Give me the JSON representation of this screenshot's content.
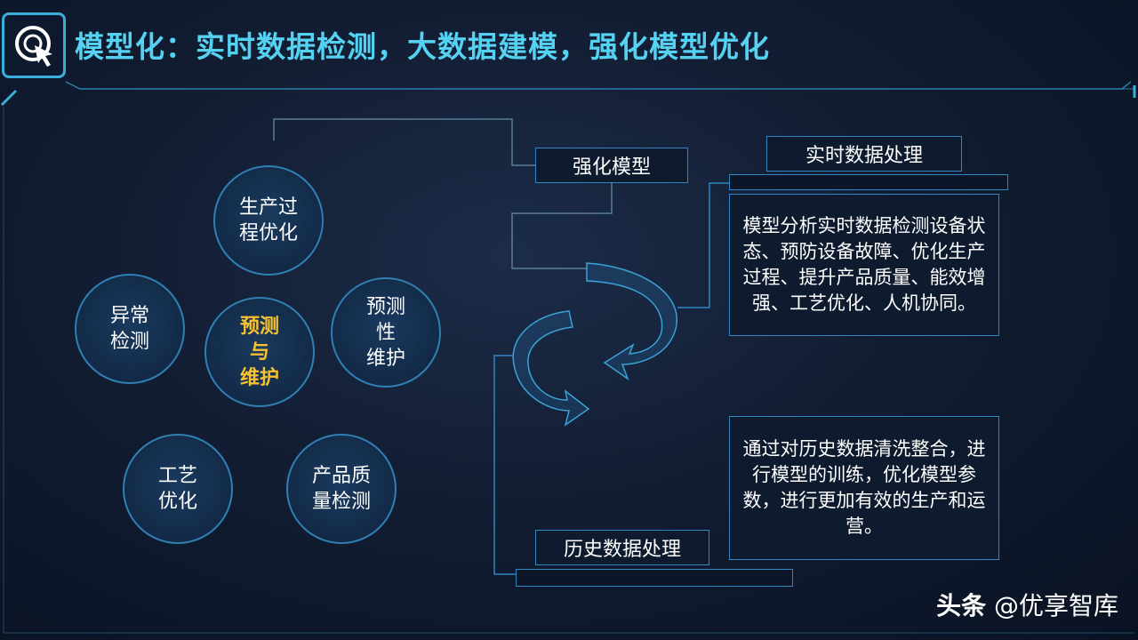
{
  "header": {
    "title": "模型化：实时数据检测，大数据建模，强化模型优化",
    "logo_icon": "compass-cursor-icon"
  },
  "circles": {
    "center": "预测\n与\n维护",
    "top": "生产过\n程优化",
    "left": "异常\n检测",
    "right": "预测\n性\n维护",
    "bottom_left": "工艺\n优化",
    "bottom_right": "产品质\n量检测"
  },
  "labels": {
    "strengthen_model": "强化模型",
    "realtime_processing": "实时数据处理",
    "history_processing": "历史数据处理"
  },
  "descriptions": {
    "realtime": "模型分析实时数据检测设备状态、预防设备故障、优化生产过程、提升产品质量、能效增强、工艺优化、人机协同。",
    "history": "通过对历史数据清洗整合，进行模型的训练，优化模型参数，进行更加有效的生产和运营。"
  },
  "watermark": {
    "brand": "头条",
    "handle": "@优享智库"
  },
  "colors": {
    "accent_cyan": "#55d2f2",
    "line_blue": "#2f86c0",
    "center_text": "#f5c232",
    "background": "#121d33"
  }
}
